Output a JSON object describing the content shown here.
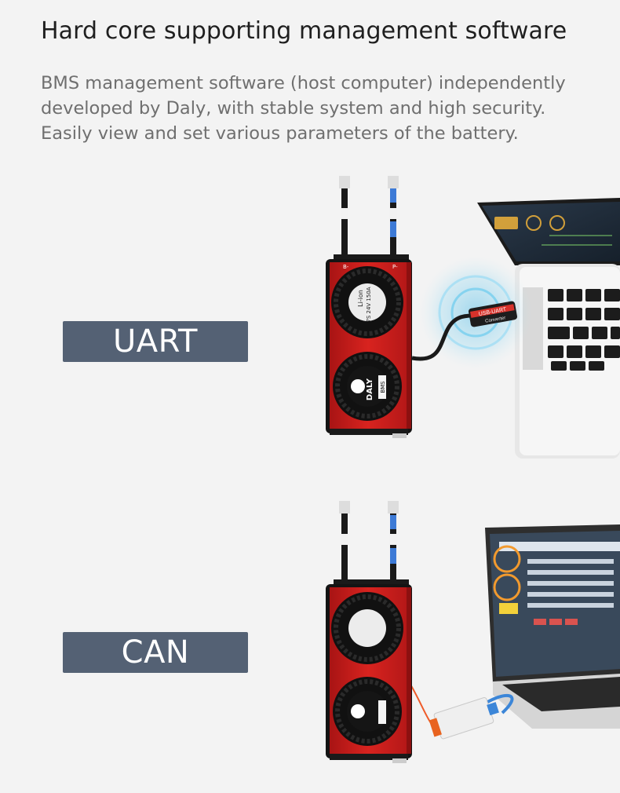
{
  "header": {
    "title": "Hard core supporting management software",
    "description_lines": [
      "BMS management software (host computer) independently",
      "developed by Daly, with stable system and high security.",
      "Easily view and set various parameters of the battery."
    ]
  },
  "modes": [
    {
      "label": "UART"
    },
    {
      "label": "CAN"
    }
  ],
  "bms": {
    "brand": "DALY",
    "tag": "BMS",
    "spec_lines": [
      "Li-ion",
      "7S 24V 150A"
    ],
    "terminal_minus": "B-",
    "terminal_plus": "P-"
  },
  "adapter": {
    "usb_label": "USB-UART",
    "usb_sub": "Converter"
  },
  "colors": {
    "badge_bg": "#546174",
    "bms_red": "#d21e1e",
    "heading": "#1f1f1f",
    "body_text": "#6f6f6f"
  }
}
